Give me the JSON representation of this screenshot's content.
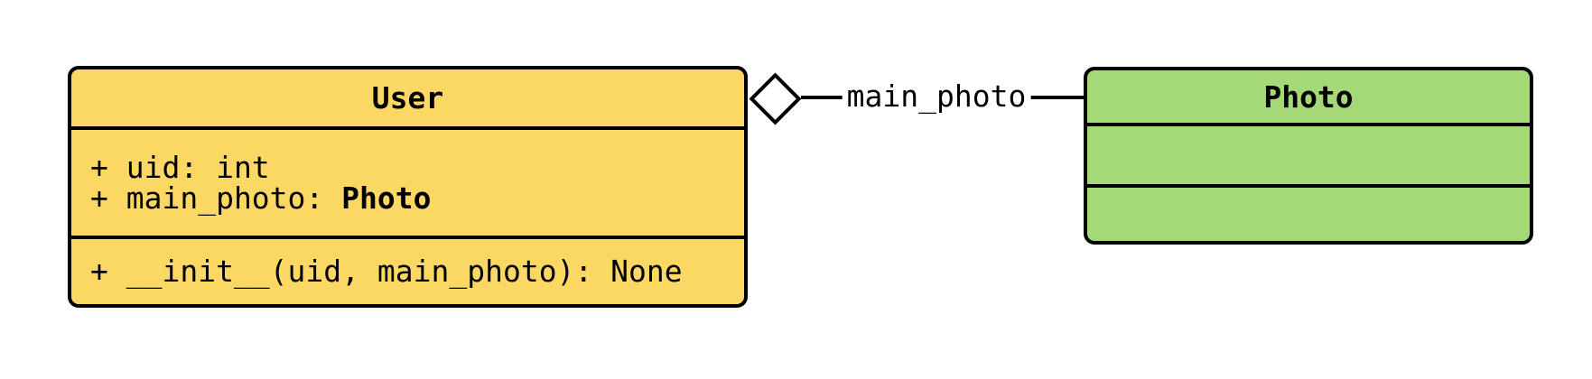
{
  "canvas": {
    "background_color": "#ffffff",
    "line_color": "#000000",
    "text_color": "#000000"
  },
  "user_class": {
    "title": "User",
    "fill_color": "#fbd863",
    "attributes": [
      {
        "text": "+ uid: int",
        "emphasis": ""
      },
      {
        "text": "+ main_photo: ",
        "emphasis": "Photo"
      }
    ],
    "methods": [
      {
        "text": "+ __init__(uid, main_photo): None",
        "emphasis": ""
      }
    ]
  },
  "photo_class": {
    "title": "Photo",
    "fill_color": "#a5d876",
    "attributes": [],
    "methods": []
  },
  "relationship": {
    "type": "aggregation",
    "label": "main_photo",
    "diamond_attached_to": "User",
    "diamond_fill": "#ffffff",
    "line_color": "#000000"
  }
}
